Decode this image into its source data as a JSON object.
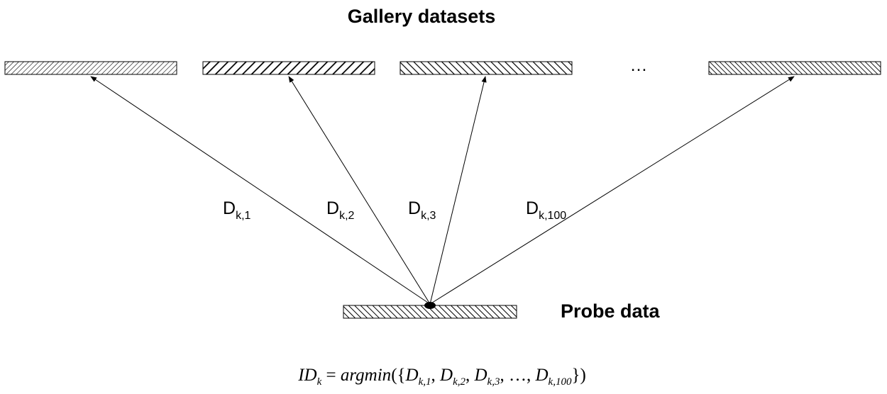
{
  "title": "Gallery datasets",
  "ellipsis": "…",
  "probe_label": "Probe data",
  "distance_labels": [
    {
      "main": "D",
      "sub": "k,1"
    },
    {
      "main": "D",
      "sub": "k,2"
    },
    {
      "main": "D",
      "sub": "k,3"
    },
    {
      "main": "D",
      "sub": "k,100"
    }
  ],
  "formula": {
    "lhs_main": "ID",
    "lhs_sub": "k",
    "equals": " = ",
    "func": "argmin",
    "open": "({",
    "terms": [
      {
        "main": "D",
        "sub": "k,1"
      },
      {
        "main": "D",
        "sub": "k,2"
      },
      {
        "main": "D",
        "sub": "k,3"
      },
      {
        "main": "…",
        "sub": ""
      },
      {
        "main": "D",
        "sub": "k,100"
      }
    ],
    "separator": ", ",
    "close": "})"
  }
}
